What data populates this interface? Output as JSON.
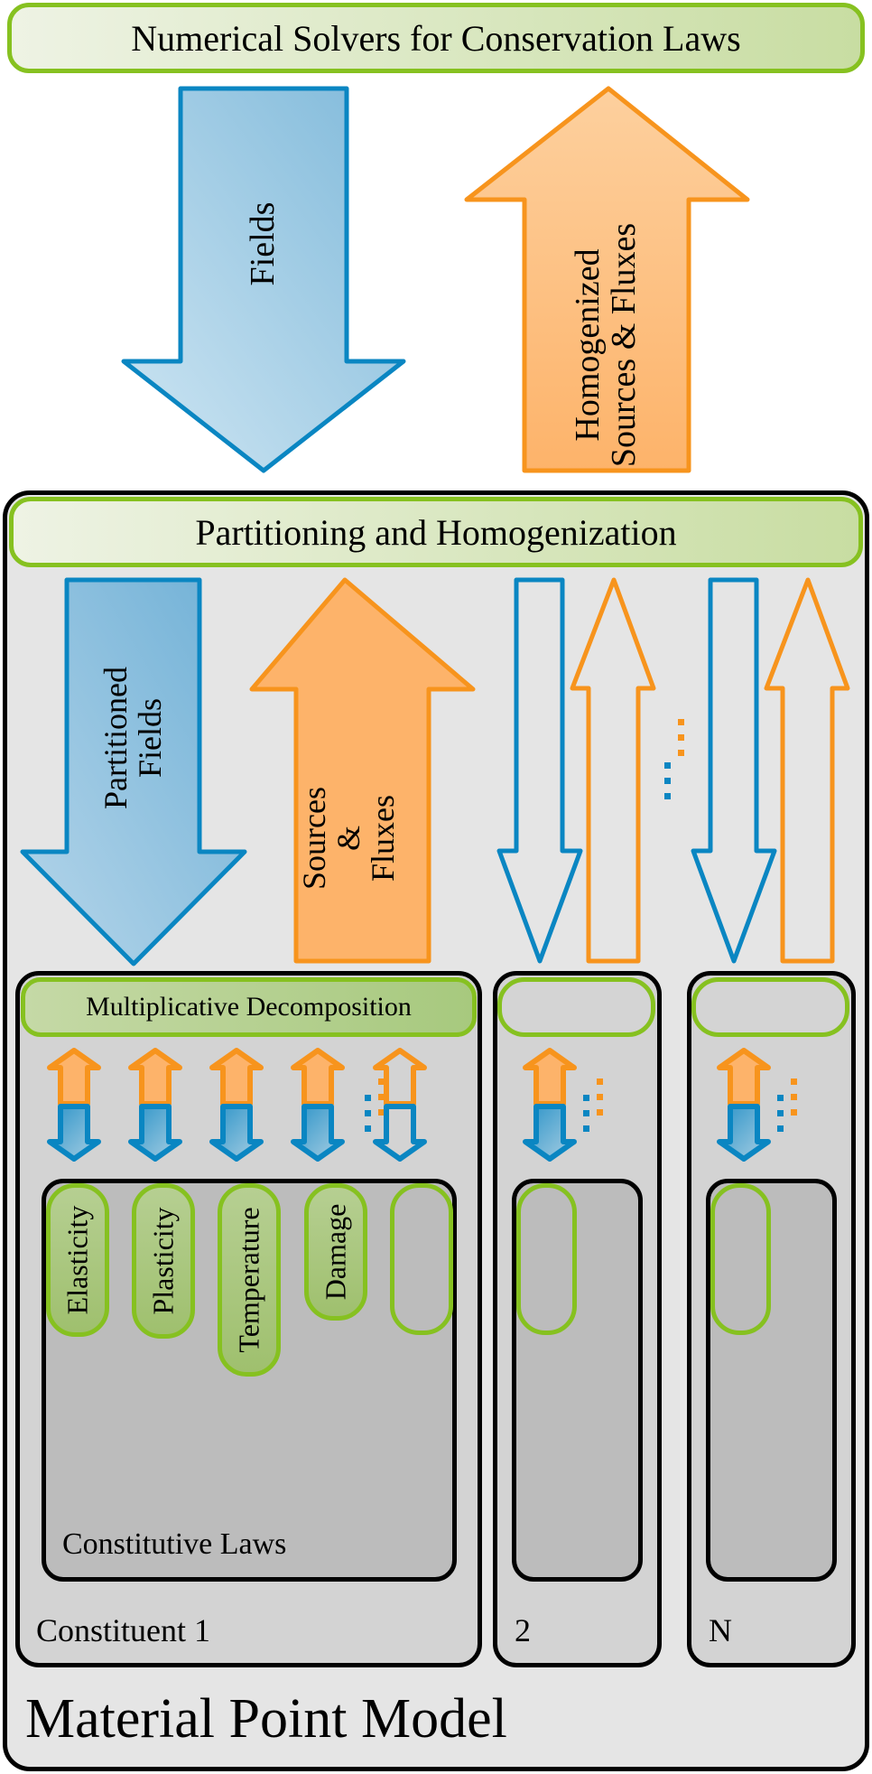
{
  "diagram": {
    "top_bar": {
      "label": "Numerical Solvers for Conservation Laws"
    },
    "top_arrows": {
      "down": {
        "label": "Fields",
        "color": "#0a86c2"
      },
      "up": {
        "line1": "Homogenized",
        "line2": "Sources & Fluxes",
        "color": "#f7941d"
      }
    },
    "material_point_model": {
      "title": "Material Point Model",
      "partition_bar": {
        "label": "Partitioning and Homogenization"
      },
      "mid_arrows": {
        "down": {
          "line1": "Partitioned",
          "line2": "Fields"
        },
        "up": {
          "line1": "Sources",
          "line2": "&",
          "line3": "Fluxes"
        }
      },
      "ellipsis": "...",
      "constituents": [
        {
          "label": "Constituent 1",
          "decomposition_label": "Multiplicative Decomposition",
          "constitutive_laws_label": "Constitutive Laws",
          "laws": [
            "Elasticity",
            "Plasticity",
            "Temperature",
            "Damage",
            ""
          ]
        },
        {
          "label": "2"
        },
        {
          "label": "N"
        }
      ]
    },
    "colors": {
      "blue": "#0a86c2",
      "orange": "#f7941d",
      "green": "#86c120",
      "outer_panel": "#e5e5e5",
      "constituent_panel": "#d3d3d3",
      "laws_panel": "#bcbcbc"
    }
  }
}
